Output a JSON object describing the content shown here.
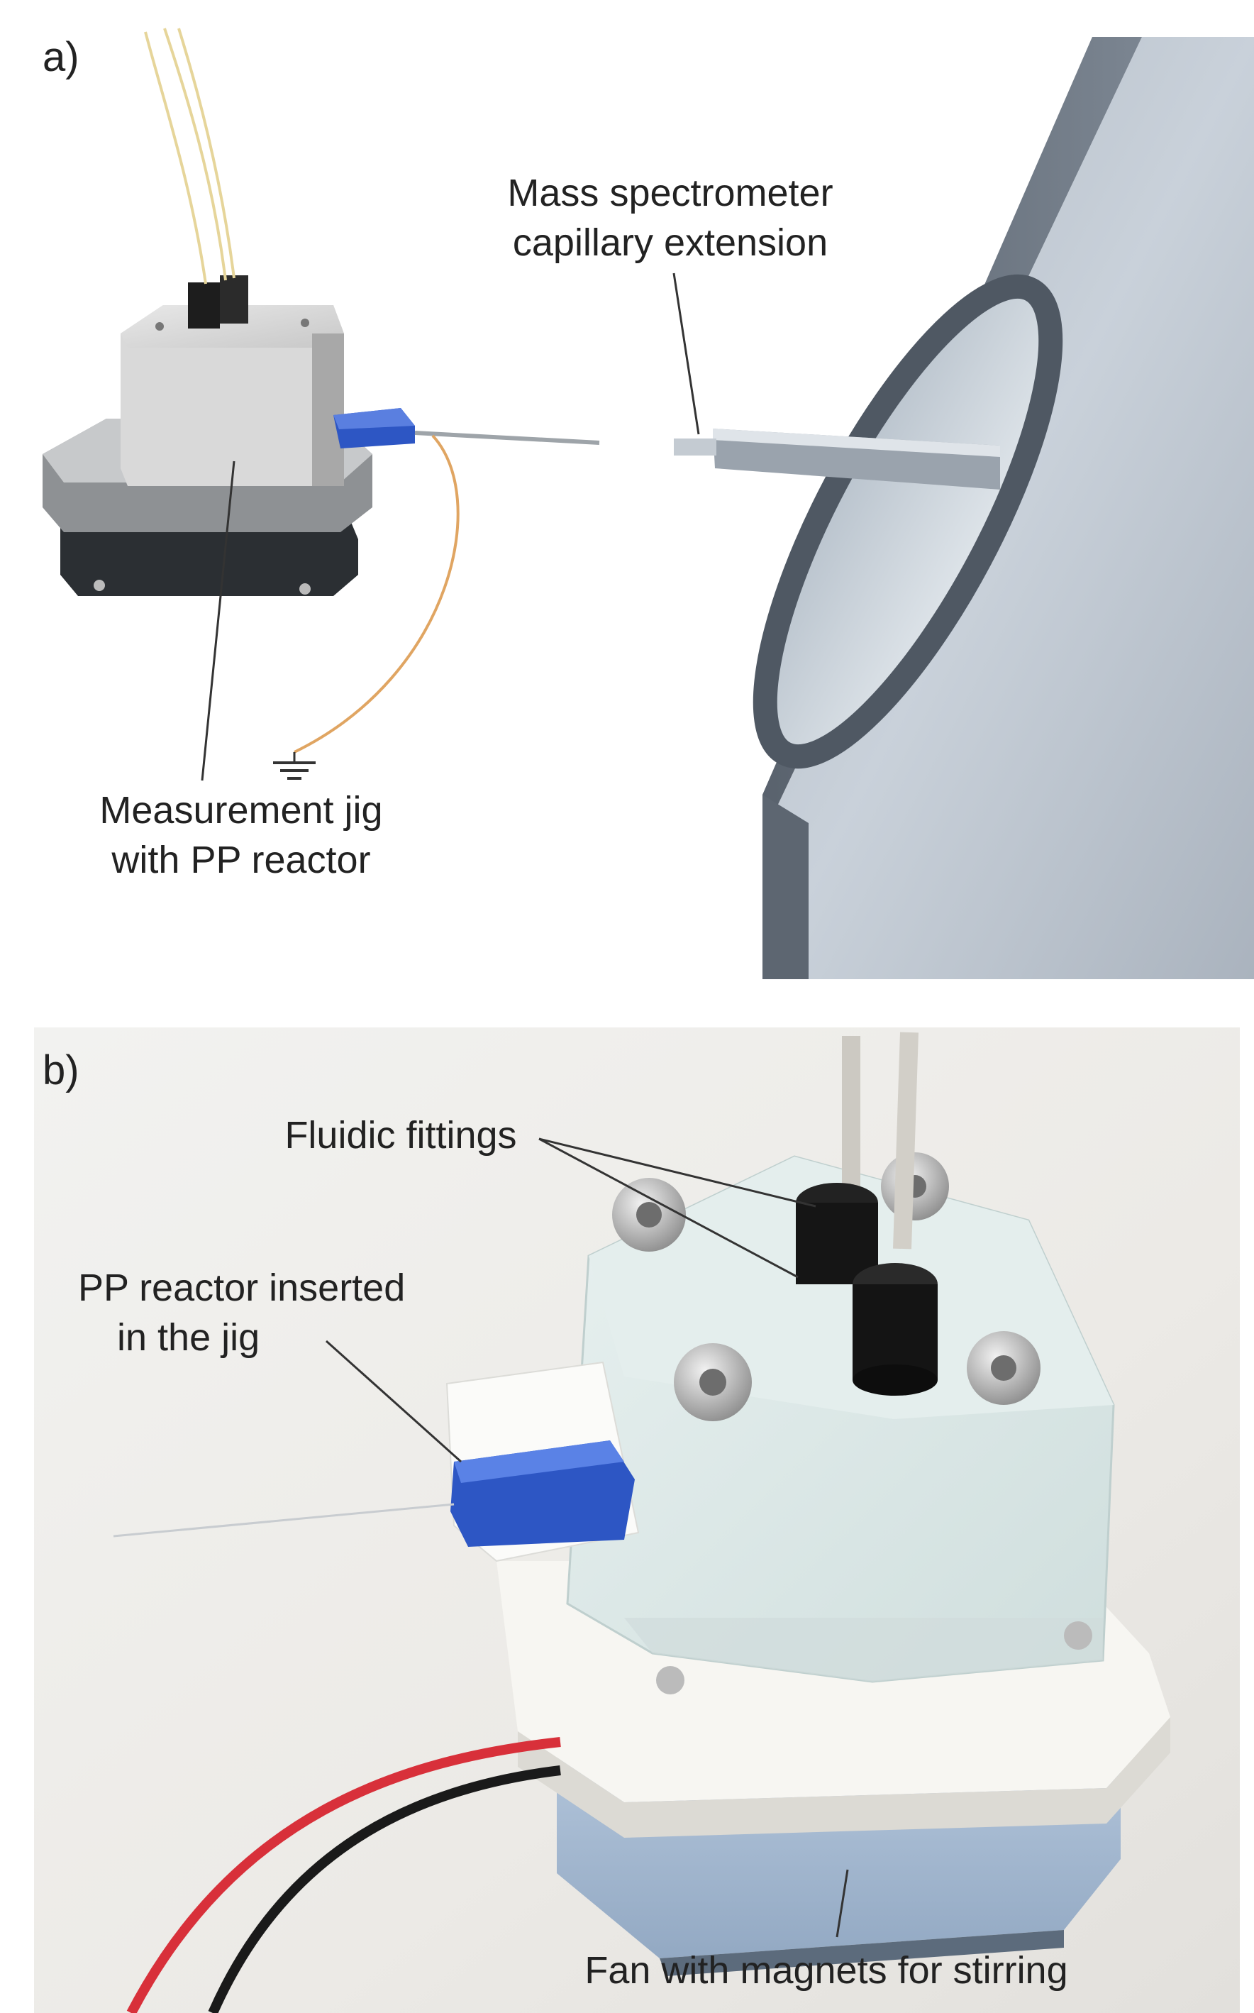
{
  "panel_a": {
    "letter": "a)",
    "ms_label_line1": "Mass spectrometer",
    "ms_label_line2": "capillary extension",
    "jig_label_line1": "Measurement jig",
    "jig_label_line2": "with PP reactor"
  },
  "panel_b": {
    "letter": "b)",
    "fittings_label": "Fluidic fittings",
    "reactor_label_line1": "PP reactor inserted",
    "reactor_label_line2": "in the jig",
    "fan_label": "Fan with magnets for stirring"
  },
  "colors": {
    "reactor_blue": "#2d56c4",
    "wire_red": "#d8303a",
    "wire_black": "#1a1a1a",
    "ms_steel": "#7f8996"
  }
}
